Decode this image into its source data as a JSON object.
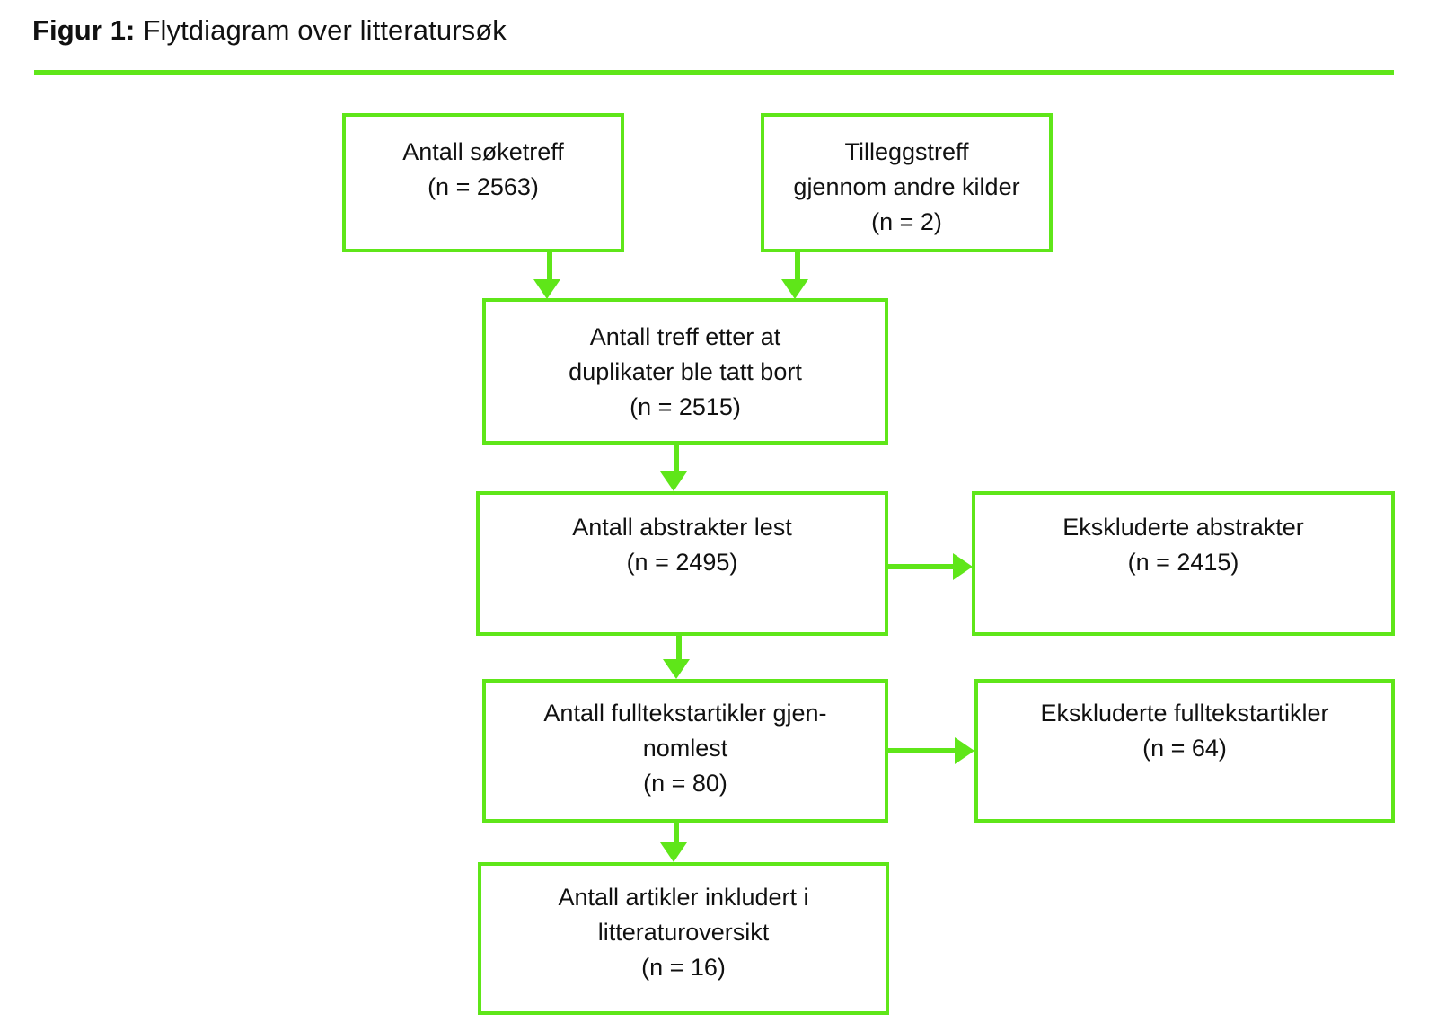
{
  "accent_color": "#5FE619",
  "title": {
    "label": "Figur 1:",
    "caption": "Flytdiagram over litteratursøk"
  },
  "diagram": {
    "type": "flowchart",
    "nodes": [
      {
        "id": "search-hits",
        "text": "Antall søketreff\n(n = 2563)",
        "n": 2563
      },
      {
        "id": "extra-hits",
        "text": "Tilleggstreff\ngjennom andre kilder\n(n = 2)",
        "n": 2
      },
      {
        "id": "after-duplicates",
        "text": "Antall treff etter at\nduplikater ble tatt bort\n(n = 2515)",
        "n": 2515
      },
      {
        "id": "abstracts-read",
        "text": "Antall abstrakter lest\n(n = 2495)",
        "n": 2495
      },
      {
        "id": "abstracts-excluded",
        "text": "Ekskluderte abstrakter\n(n = 2415)",
        "n": 2415
      },
      {
        "id": "fulltext-read",
        "text": "Antall fulltekstartikler gjen-\nnomlest\n(n = 80)",
        "n": 80
      },
      {
        "id": "fulltext-excluded",
        "text": "Ekskluderte fulltekstartikler\n(n = 64)",
        "n": 64
      },
      {
        "id": "included",
        "text": "Antall artikler inkludert i\nlitteraturoversikt\n(n = 16)",
        "n": 16
      }
    ],
    "edges": [
      {
        "from": "search-hits",
        "to": "after-duplicates",
        "direction": "down"
      },
      {
        "from": "extra-hits",
        "to": "after-duplicates",
        "direction": "down"
      },
      {
        "from": "after-duplicates",
        "to": "abstracts-read",
        "direction": "down"
      },
      {
        "from": "abstracts-read",
        "to": "fulltext-read",
        "direction": "down"
      },
      {
        "from": "abstracts-read",
        "to": "abstracts-excluded",
        "direction": "right"
      },
      {
        "from": "fulltext-read",
        "to": "included",
        "direction": "down"
      },
      {
        "from": "fulltext-read",
        "to": "fulltext-excluded",
        "direction": "right"
      }
    ]
  }
}
